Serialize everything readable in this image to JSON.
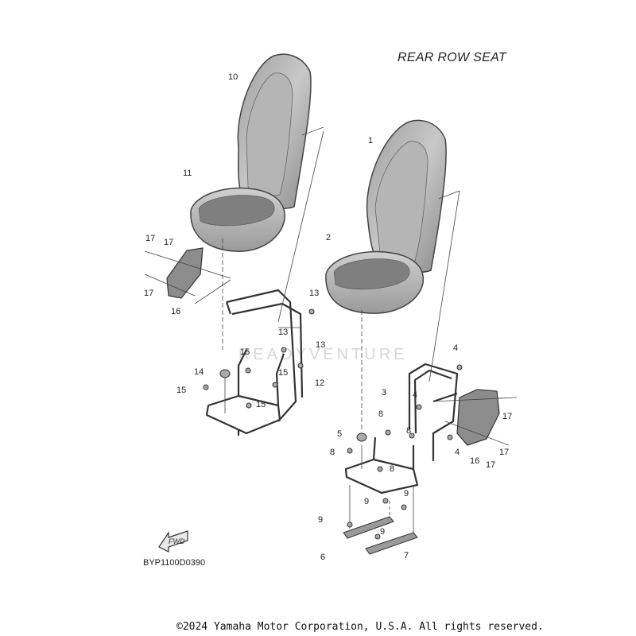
{
  "diagram": {
    "title": "REAR ROW SEAT",
    "drawing_code": "BYP1100D0390",
    "copyright": "©2024 Yamaha Motor Corporation, U.S.A. All rights reserved.",
    "watermark": "READYVENTURE",
    "fwd_label": "FWD",
    "callouts": [
      "10",
      "11",
      "17",
      "17",
      "17",
      "16",
      "13",
      "13",
      "13",
      "12",
      "15",
      "15",
      "15",
      "15",
      "14",
      "1",
      "2",
      "4",
      "4",
      "4",
      "3",
      "8",
      "8",
      "8",
      "8",
      "5",
      "17",
      "17",
      "17",
      "16",
      "9",
      "9",
      "9",
      "9",
      "6",
      "7"
    ]
  }
}
